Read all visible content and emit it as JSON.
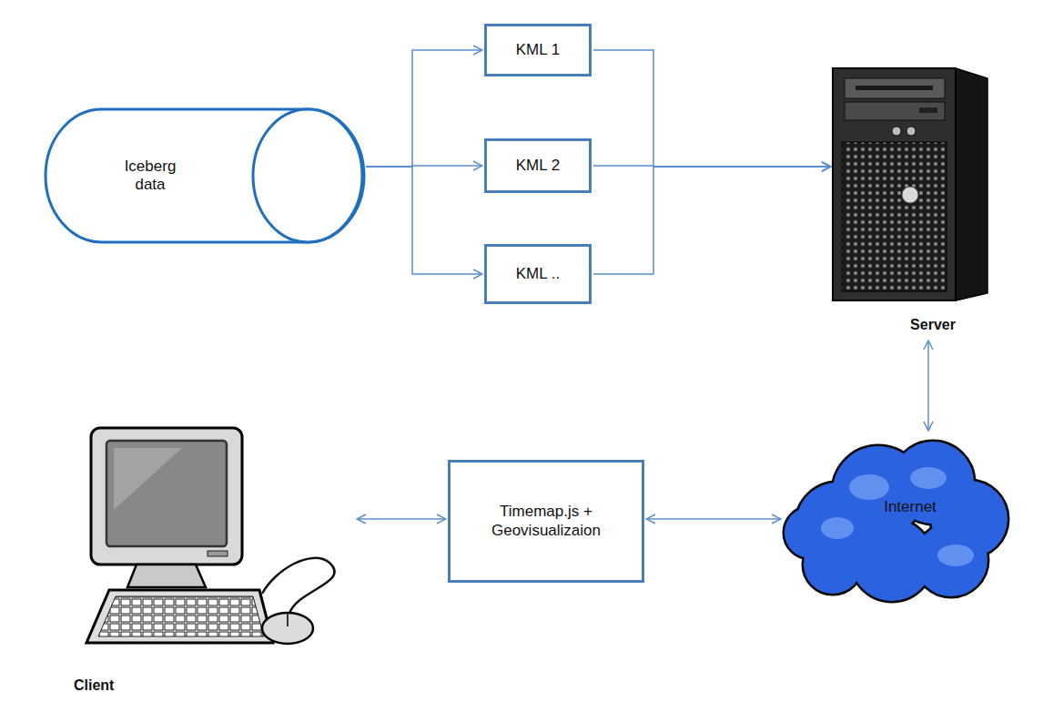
{
  "diagram": {
    "nodes": [
      {
        "text": [
          "Iceberg data"
        ]
      },
      {
        "text": [
          "KML 1"
        ]
      },
      {
        "text": [
          "KML 2"
        ]
      },
      {
        "text": [
          "KML .."
        ]
      },
      {
        "text": [
          "Server"
        ]
      },
      {
        "text": [
          "Internet"
        ]
      },
      {
        "text": [
          "Timemap.js + Geovisualizaion"
        ]
      },
      {
        "text": [
          "Client"
        ]
      }
    ],
    "edges": [
      {
        "from": 0,
        "to": 1,
        "arrow": "to"
      },
      {
        "from": 0,
        "to": 2,
        "arrow": "to"
      },
      {
        "from": 0,
        "to": 3,
        "arrow": "to"
      },
      {
        "from": 1,
        "to": 4,
        "arrow": "to"
      },
      {
        "from": 2,
        "to": 4,
        "arrow": "to"
      },
      {
        "from": 3,
        "to": 4,
        "arrow": "to"
      },
      {
        "from": 4,
        "to": 5,
        "arrow": "both"
      },
      {
        "from": 5,
        "to": 6,
        "arrow": "both"
      },
      {
        "from": 6,
        "to": 7,
        "arrow": "both"
      }
    ]
  }
}
